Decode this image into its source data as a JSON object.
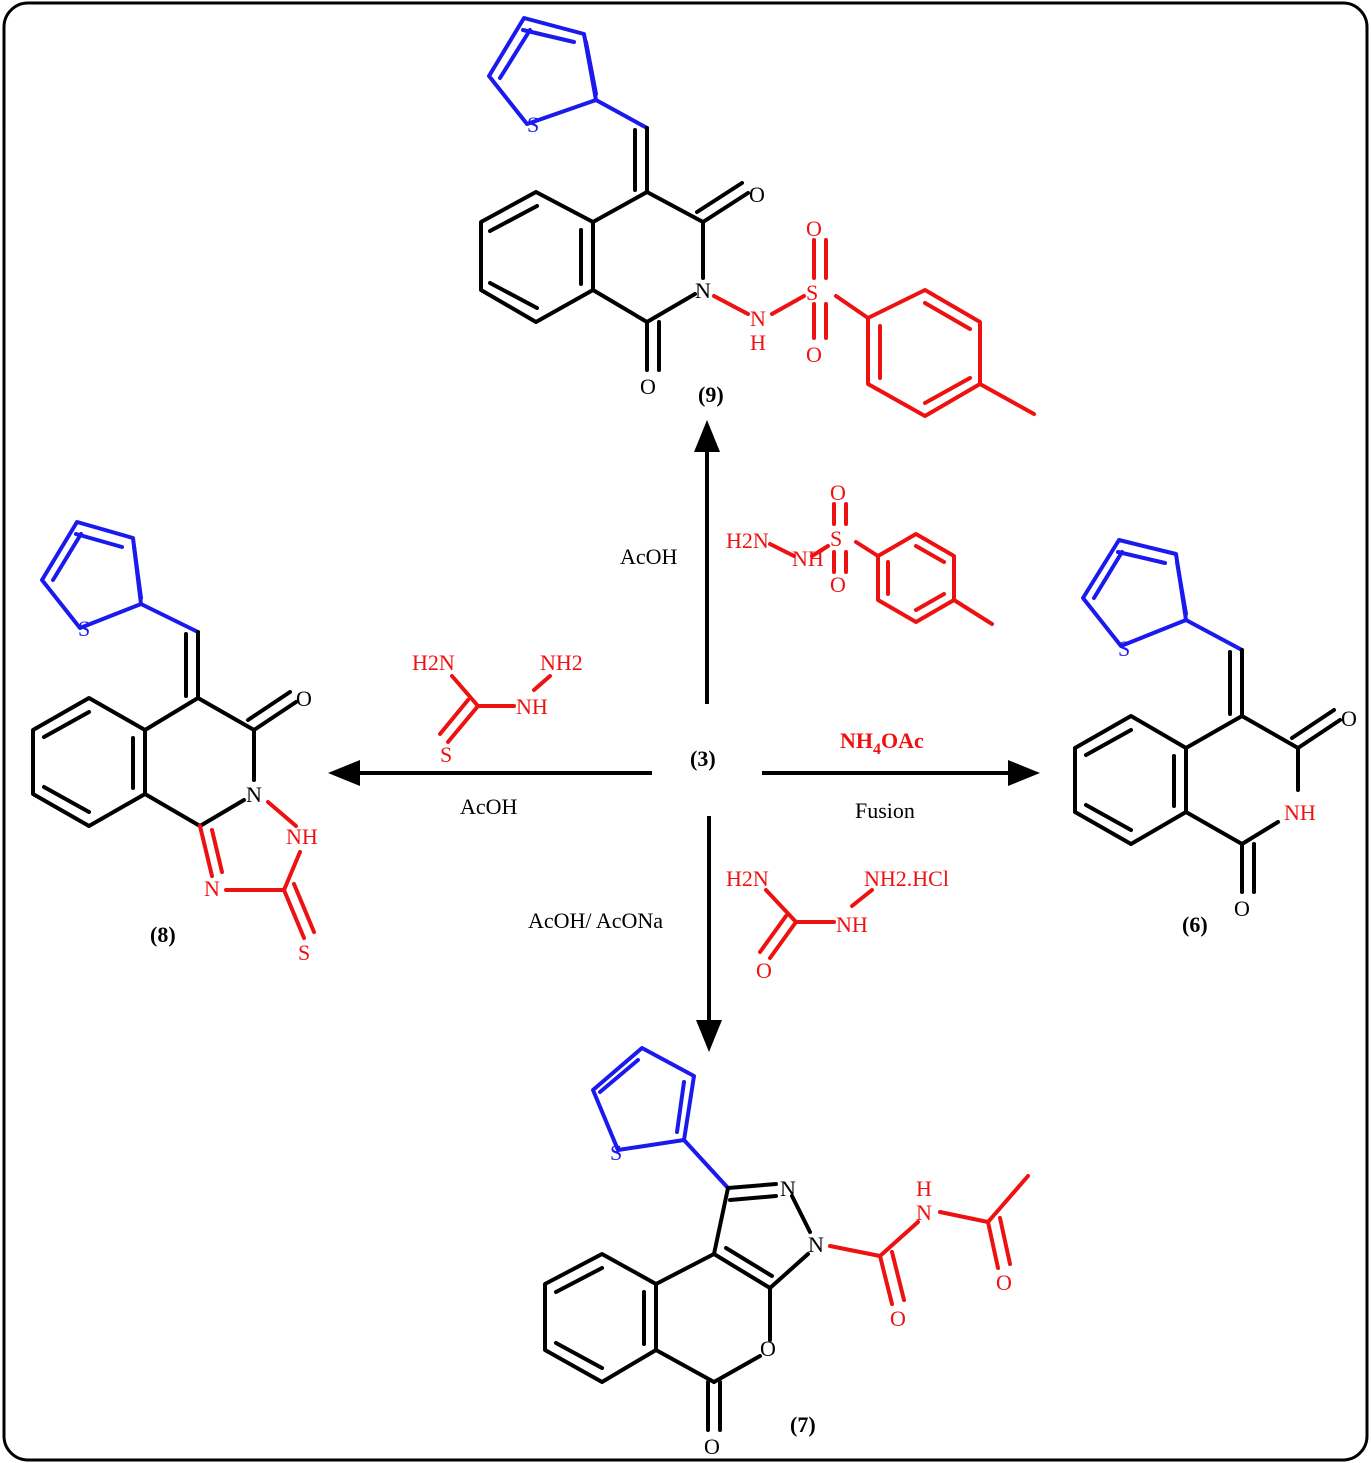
{
  "compounds": {
    "c3": "(3)",
    "c6": "(6)",
    "c7": "(7)",
    "c8": "(8)",
    "c9": "(9)"
  },
  "conditions": {
    "to9": "AcOH",
    "to8": "AcOH",
    "to6_reagent_main": "NH",
    "to6_reagent_sub": "4",
    "to6_reagent_tail": "OAc",
    "to6_condition": "Fusion",
    "to7": "AcOH/ AcONa"
  },
  "reagents": {
    "tosylhydrazide": {
      "h2n": "H2N",
      "nh": "NH",
      "s": "S",
      "o": "O"
    },
    "thiosemicarbazide": {
      "h2n": "H2N",
      "nh2": "NH2",
      "nh": "NH",
      "s": "S"
    },
    "semicarbazide": {
      "h2n": "H2N",
      "nh2hcl": "NH2.HCl",
      "nh": "NH",
      "o": "O"
    }
  },
  "atoms": {
    "S": "S",
    "O": "O",
    "N": "N",
    "NH": "NH",
    "H": "H"
  },
  "colors": {
    "core": "#000000",
    "reagent": "#ee1111",
    "thiophene": "#1a1aee"
  }
}
